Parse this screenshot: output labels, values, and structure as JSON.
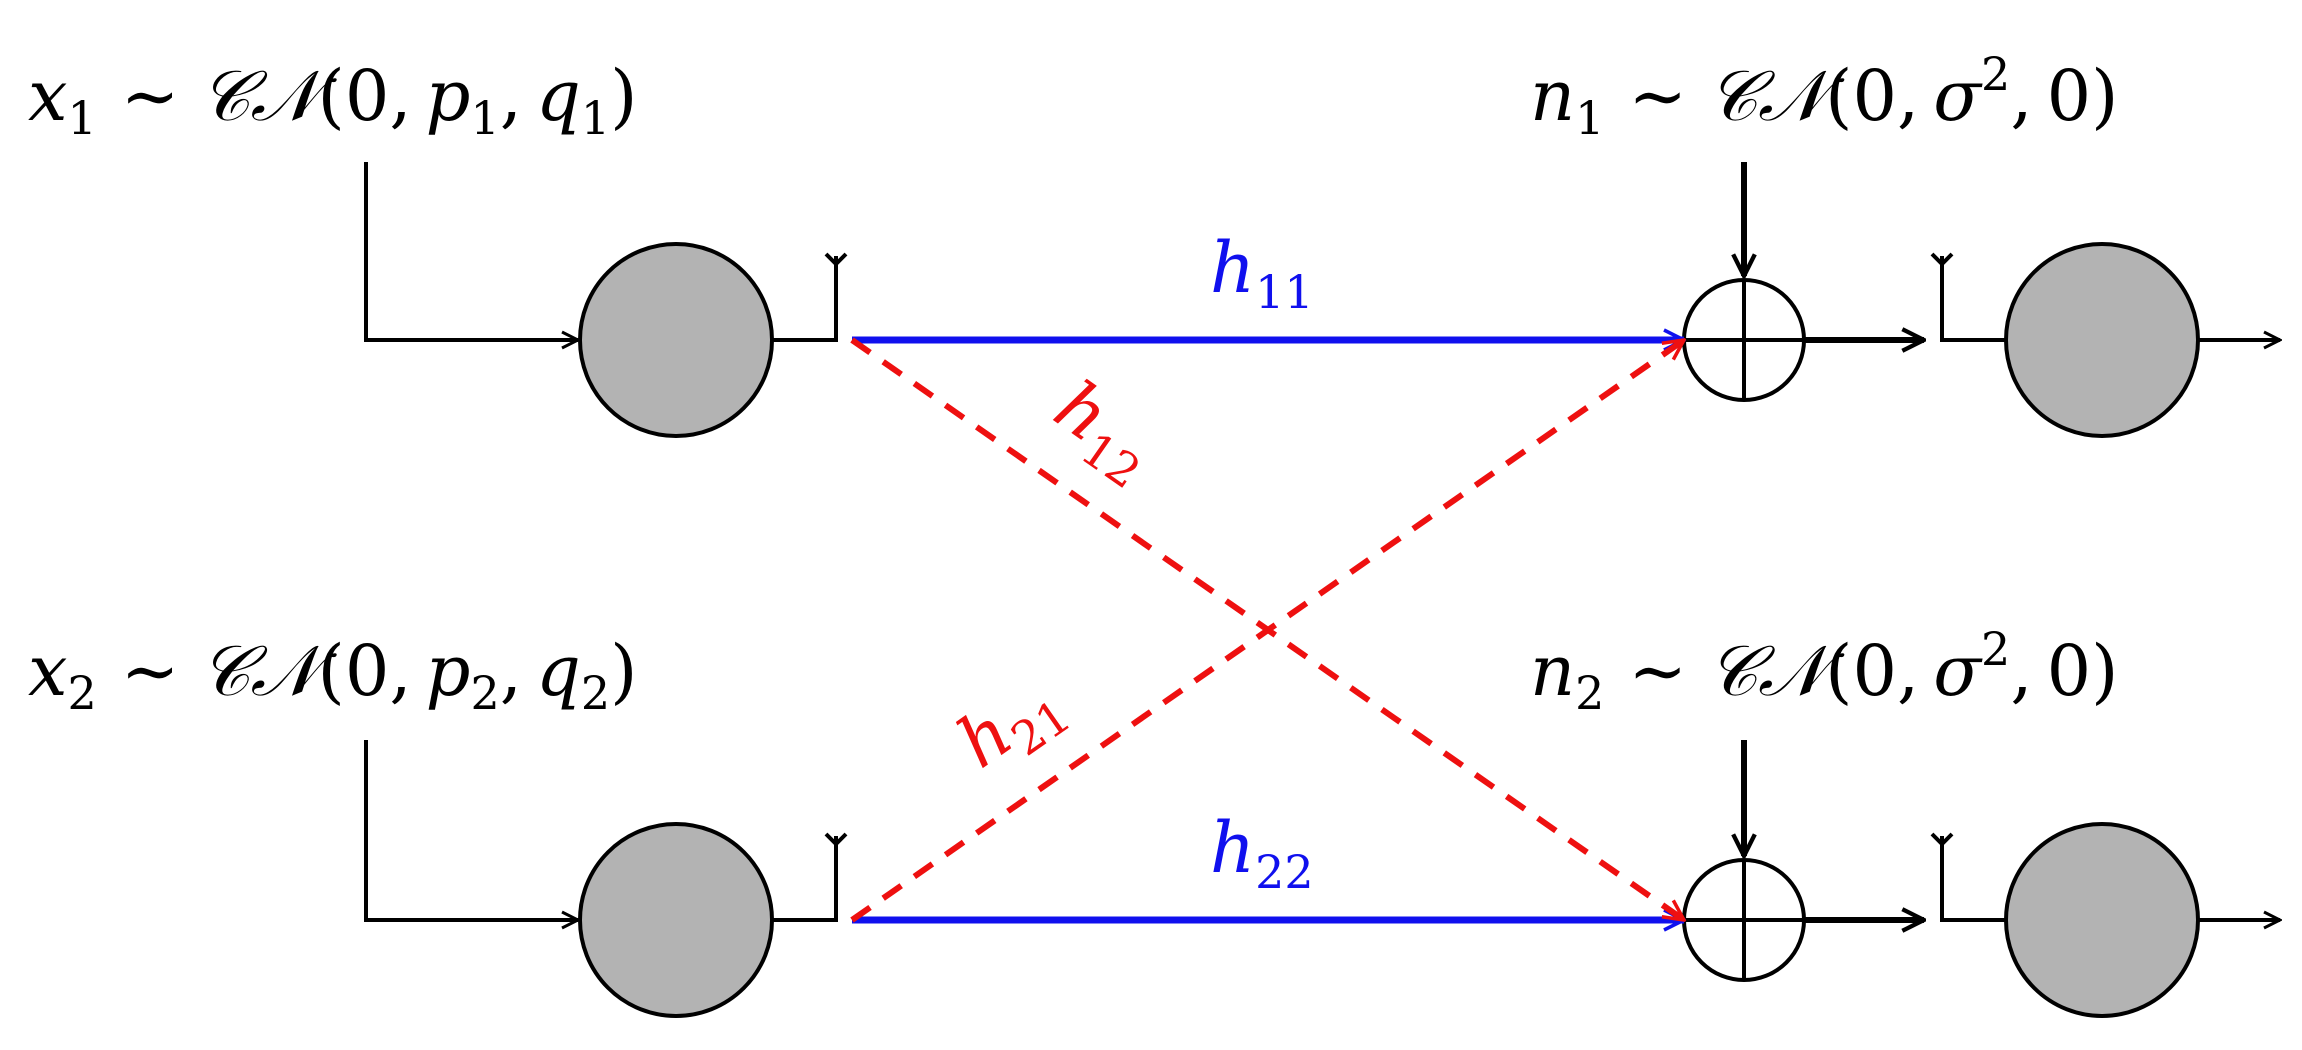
{
  "tx": [
    {
      "var": "x",
      "idx": "1",
      "dist": "CN",
      "args": [
        "0",
        "p",
        "1",
        "q",
        "1"
      ]
    },
    {
      "var": "x",
      "idx": "2",
      "dist": "CN",
      "args": [
        "0",
        "p",
        "2",
        "q",
        "2"
      ]
    }
  ],
  "noise": [
    {
      "var": "n",
      "idx": "1",
      "dist": "CN",
      "zero": "0",
      "sigma": "σ",
      "sq": "2",
      "last": "0"
    },
    {
      "var": "n",
      "idx": "2",
      "dist": "CN",
      "zero": "0",
      "sigma": "σ",
      "sq": "2",
      "last": "0"
    }
  ],
  "channels": {
    "h11": {
      "sym": "h",
      "idx": "11",
      "color": "#1010ee",
      "style": "solid"
    },
    "h12": {
      "sym": "h",
      "idx": "12",
      "color": "#ee1010",
      "style": "dashed"
    },
    "h21": {
      "sym": "h",
      "idx": "21",
      "color": "#ee1010",
      "style": "dashed"
    },
    "h22": {
      "sym": "h",
      "idx": "22",
      "color": "#1010ee",
      "style": "solid"
    }
  },
  "symbols": {
    "tilde": "∼",
    "cal_c": "𝒞",
    "cal_n": "𝒩",
    "lparen": "(",
    "rparen": ")",
    "comma": ","
  },
  "colors": {
    "node_fill": "#b3b3b3",
    "direct_link": "#1010ee",
    "cross_link": "#ee1010"
  }
}
